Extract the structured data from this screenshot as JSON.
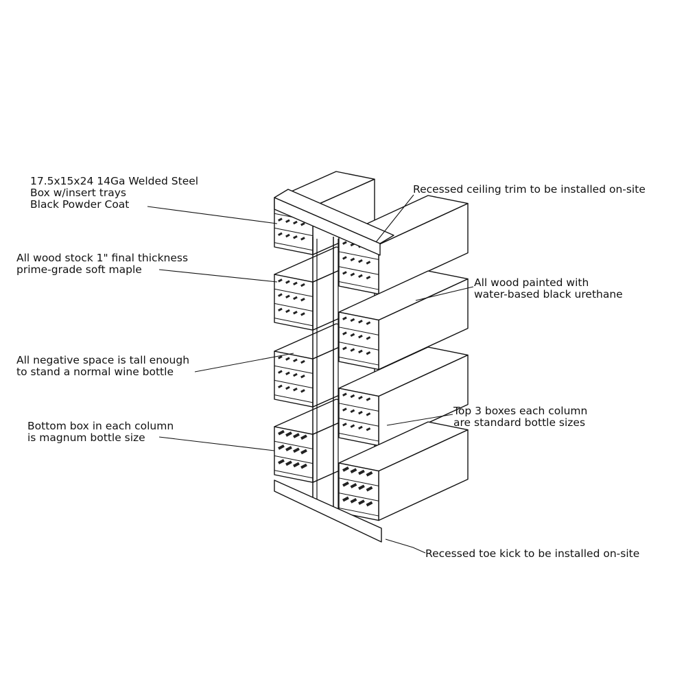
{
  "callouts": {
    "steel_box": [
      "17.5x15x24 14Ga Welded Steel",
      "Box w/insert trays",
      "Black Powder Coat"
    ],
    "wood_stock": [
      "All wood stock 1\" final thickness",
      "prime-grade soft maple"
    ],
    "negative_space": [
      "All negative space is tall enough",
      "to stand a normal wine bottle"
    ],
    "bottom_box": [
      "Bottom box in each column",
      "is magnum bottle size"
    ],
    "ceiling_trim": [
      "Recessed ceiling trim to be installed on-site"
    ],
    "paint": [
      "All wood painted with",
      "water-based black urethane"
    ],
    "top_boxes": [
      "Top 3 boxes each column",
      "are standard bottle sizes"
    ],
    "toe_kick": [
      "Recessed toe kick to be installed on-site"
    ]
  },
  "colors": {
    "line": "#111111",
    "face": "#ffffff",
    "slot": "#222222"
  }
}
